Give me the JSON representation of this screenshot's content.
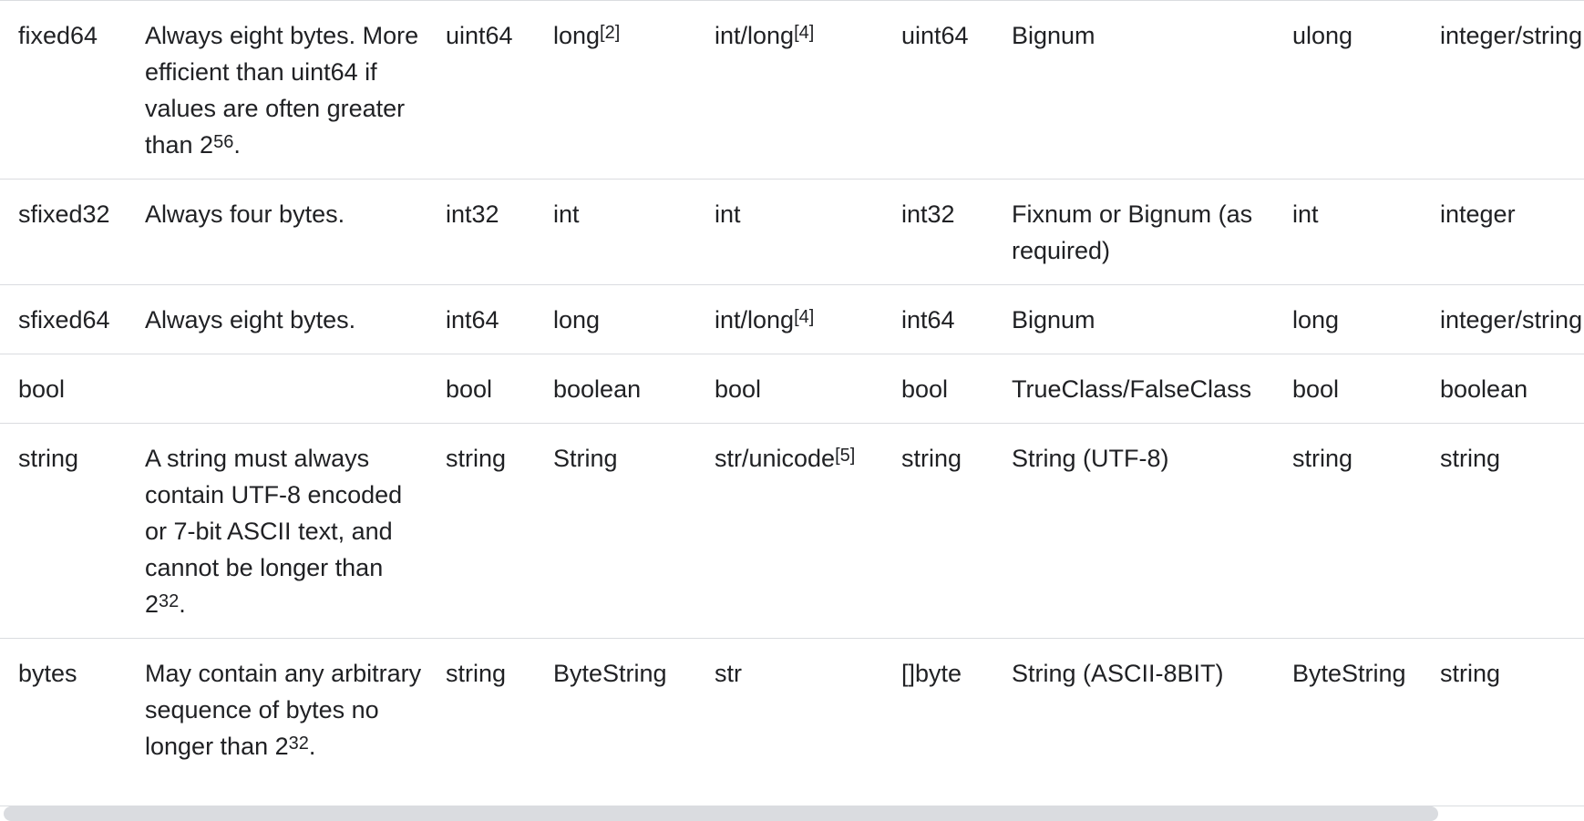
{
  "rows": [
    {
      "type": "fixed64",
      "notes": [
        "Always eight bytes. More efficient than uint64 if values are often greater than 2",
        "56",
        "."
      ],
      "cpp": "uint64",
      "java": [
        "long",
        "[2]"
      ],
      "python": [
        "int/long",
        "[4]"
      ],
      "go": "uint64",
      "ruby": "Bignum",
      "csharp": "ulong",
      "php": "integer/string"
    },
    {
      "type": "sfixed32",
      "notes": [
        "Always four bytes.",
        "",
        ""
      ],
      "cpp": "int32",
      "java": [
        "int",
        ""
      ],
      "python": [
        "int",
        ""
      ],
      "go": "int32",
      "ruby": "Fixnum or Bignum (as required)",
      "csharp": "int",
      "php": "integer"
    },
    {
      "type": "sfixed64",
      "notes": [
        "Always eight bytes.",
        "",
        ""
      ],
      "cpp": "int64",
      "java": [
        "long",
        ""
      ],
      "python": [
        "int/long",
        "[4]"
      ],
      "go": "int64",
      "ruby": "Bignum",
      "csharp": "long",
      "php": "integer/string"
    },
    {
      "type": "bool",
      "notes": [
        "",
        "",
        ""
      ],
      "cpp": "bool",
      "java": [
        "boolean",
        ""
      ],
      "python": [
        "bool",
        ""
      ],
      "go": "bool",
      "ruby": "TrueClass/FalseClass",
      "csharp": "bool",
      "php": "boolean"
    },
    {
      "type": "string",
      "notes": [
        "A string must always contain UTF-8 encoded or 7-bit ASCII text, and cannot be longer than 2",
        "32",
        "."
      ],
      "cpp": "string",
      "java": [
        "String",
        ""
      ],
      "python": [
        "str/unicode",
        "[5]"
      ],
      "go": "string",
      "ruby": "String (UTF-8)",
      "csharp": "string",
      "php": "string"
    },
    {
      "type": "bytes",
      "notes": [
        "May contain any arbitrary sequence of bytes no longer than 2",
        "32",
        "."
      ],
      "cpp": "string",
      "java": [
        "ByteString",
        ""
      ],
      "python": [
        "str",
        ""
      ],
      "go": "[]byte",
      "ruby": "String (ASCII-8BIT)",
      "csharp": "ByteString",
      "php": "string"
    }
  ],
  "scrollbar": {
    "visible_fraction": 0.91
  }
}
